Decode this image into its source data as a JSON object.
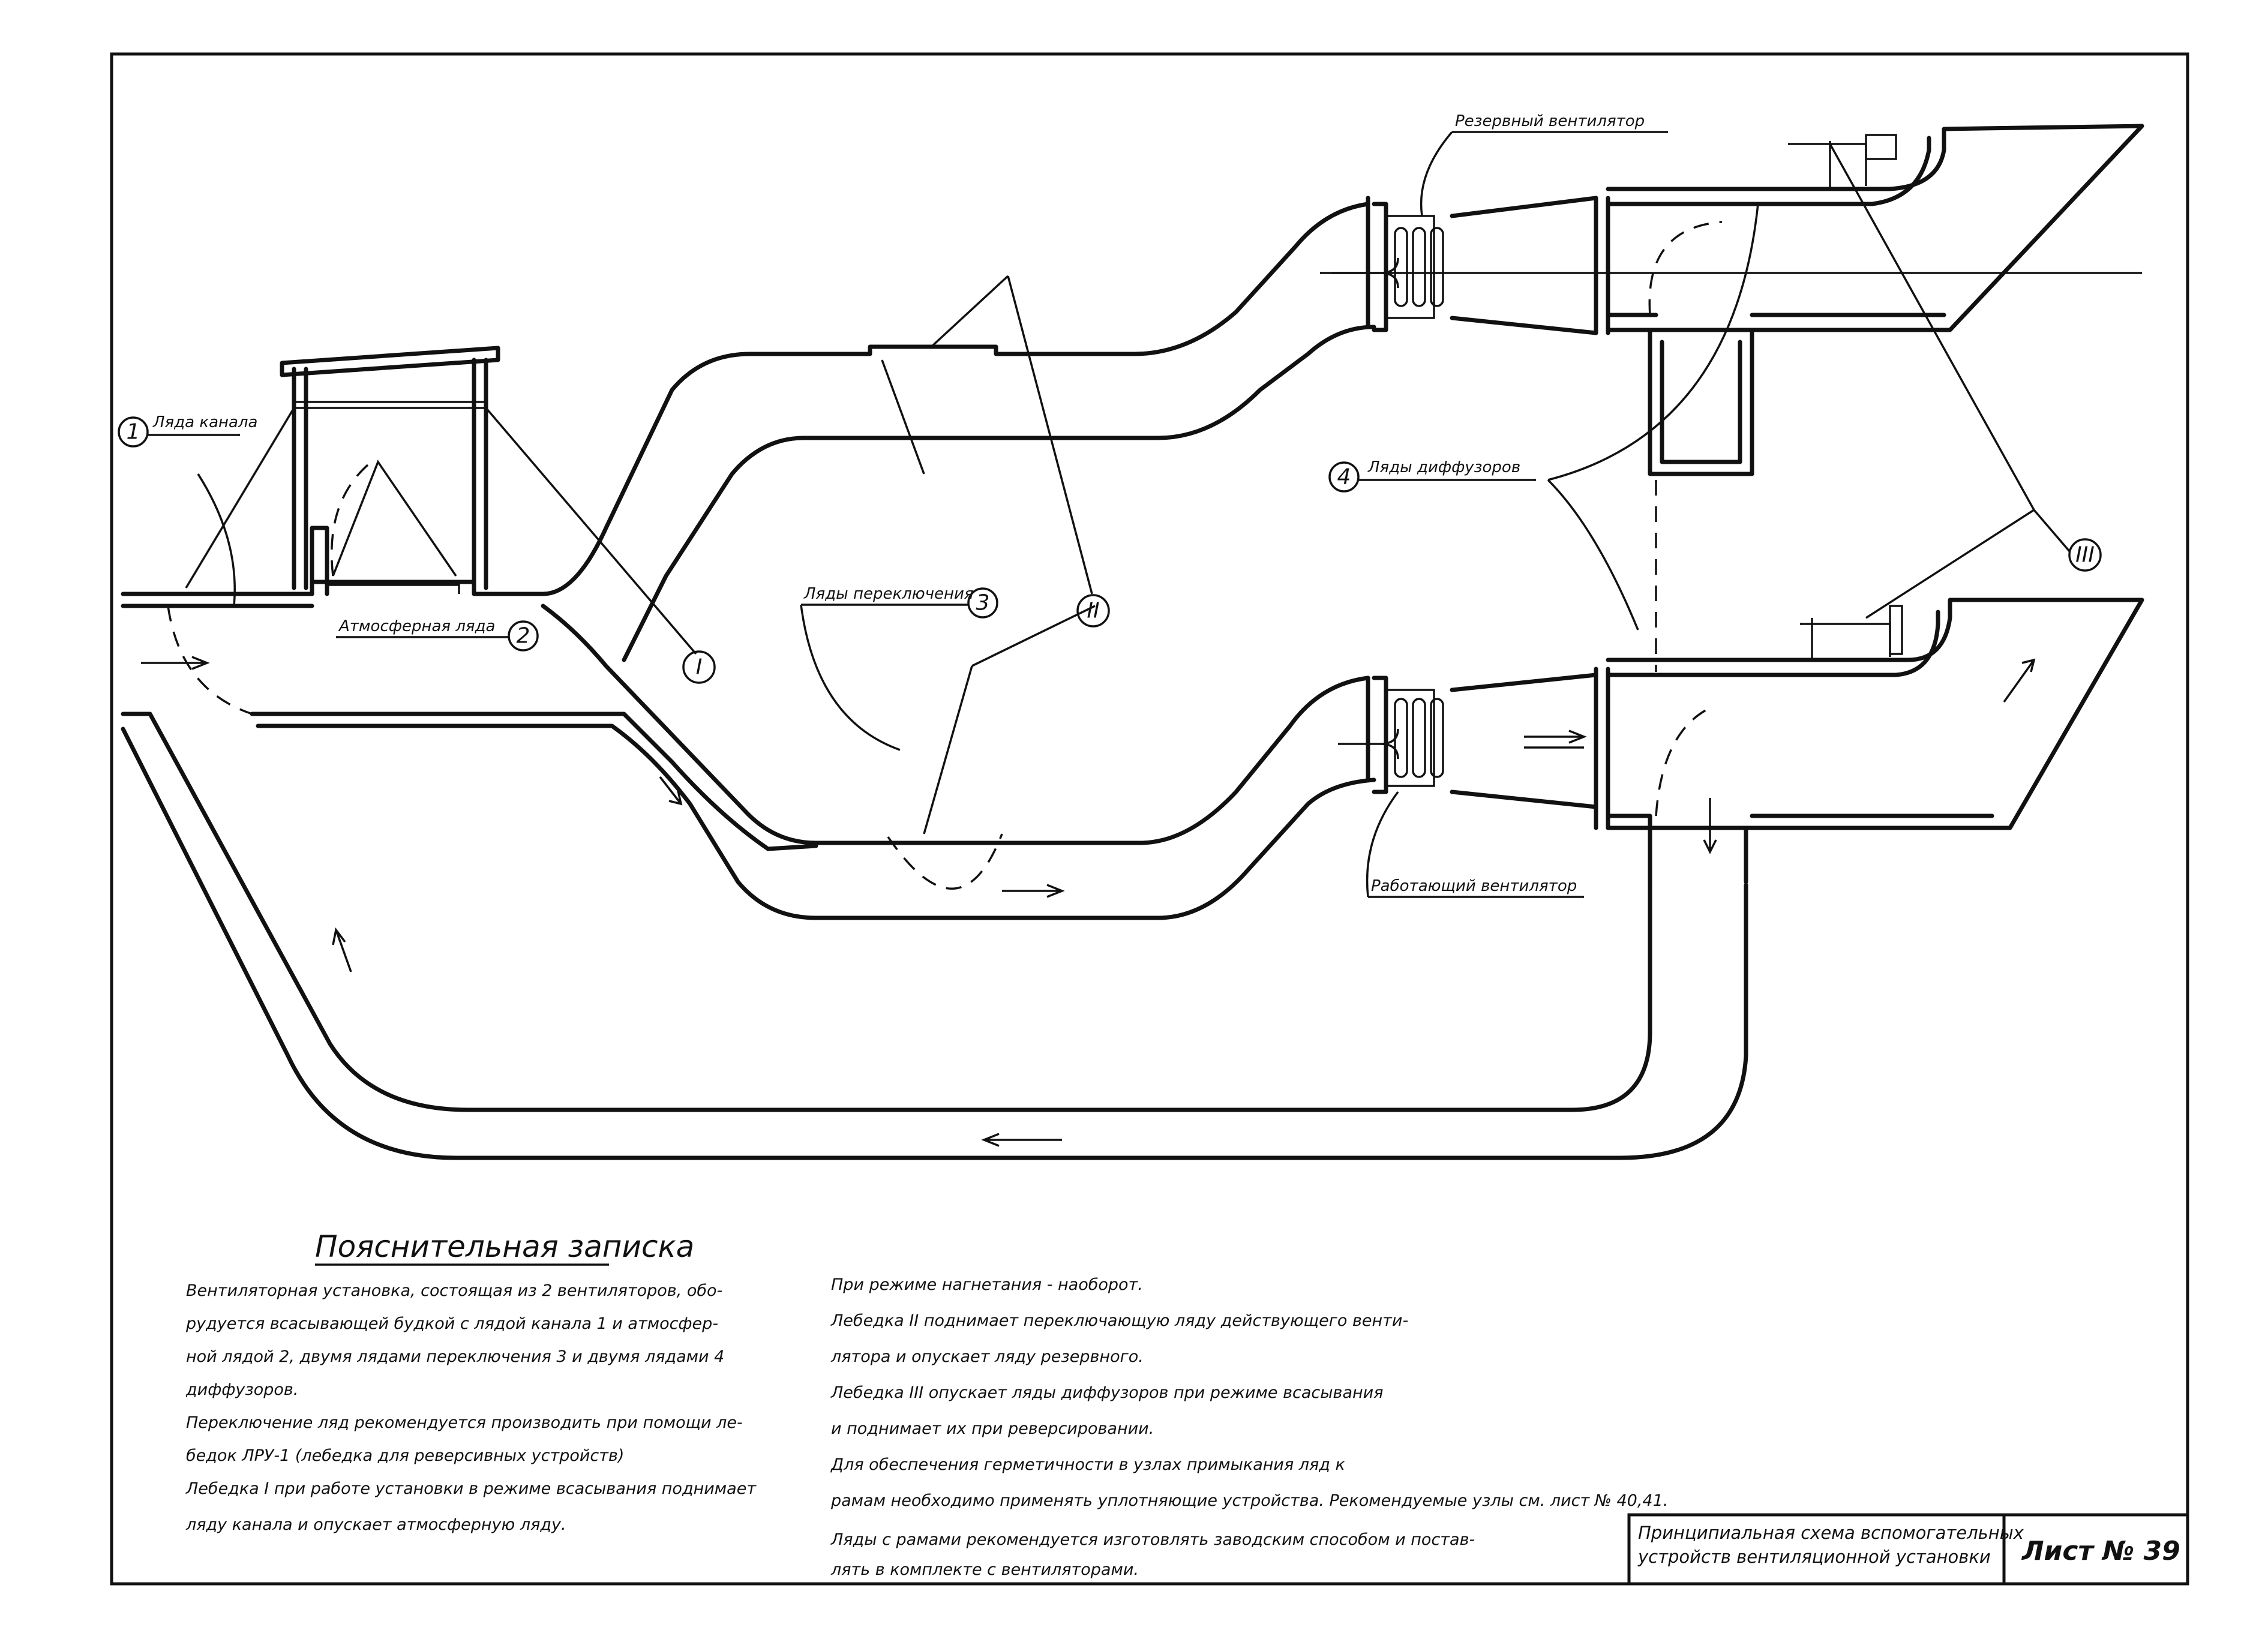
{
  "labels": {
    "channel_damper": "Ляда канала",
    "atmospheric_damper": "Атмосферная ляда",
    "switch_dampers": "Ляды переключения",
    "diffuser_dampers": "Ляды диффузоров",
    "reserve_fan": "Резервный вентилятор",
    "working_fan": "Работающий вентилятор"
  },
  "markers": {
    "m1": "1",
    "m2": "2",
    "m3": "3",
    "m4": "4",
    "winch_1": "I",
    "winch_2": "II",
    "winch_3": "III"
  },
  "note": {
    "title": "Пояснительная записка",
    "left_lines": [
      "Вентиляторная установка, состоящая из 2 вентиляторов, обо-",
      "рудуется всасывающей будкой с лядой канала 1 и атмосфер-",
      "ной лядой 2, двумя лядами переключения 3 и двумя лядами 4",
      "диффузоров.",
      "Переключение ляд рекомендуется производить при помощи ле-",
      "бедок ЛРУ-1 (лебедка для реверсивных устройств)",
      "Лебедка I при работе установки в режиме всасывания поднимает",
      "ляду канала и опускает атмосферную ляду."
    ],
    "right_lines": [
      "При режиме нагнетания - наоборот.",
      "Лебедка II поднимает переключающую ляду действующего венти-",
      "лятора и опускает ляду резервного.",
      "Лебедка III опускает ляды диффузоров при режиме всасывания",
      "и поднимает их при реверсировании.",
      "Для обеспечения герметичности в узлах примыкания ляд к",
      "рамам необходимо применять уплотняющие устройства. Рекомендуемые узлы см. лист № 40,41.",
      "Ляды с рамами рекомендуется изготовлять заводским способом и постав-",
      "лять в комплекте с вентиляторами."
    ]
  },
  "stamp": {
    "title_line1": "Принципиальная схема вспомогательных",
    "title_line2": "устройств вентиляционной установки",
    "sheet": "Лист № 39"
  }
}
